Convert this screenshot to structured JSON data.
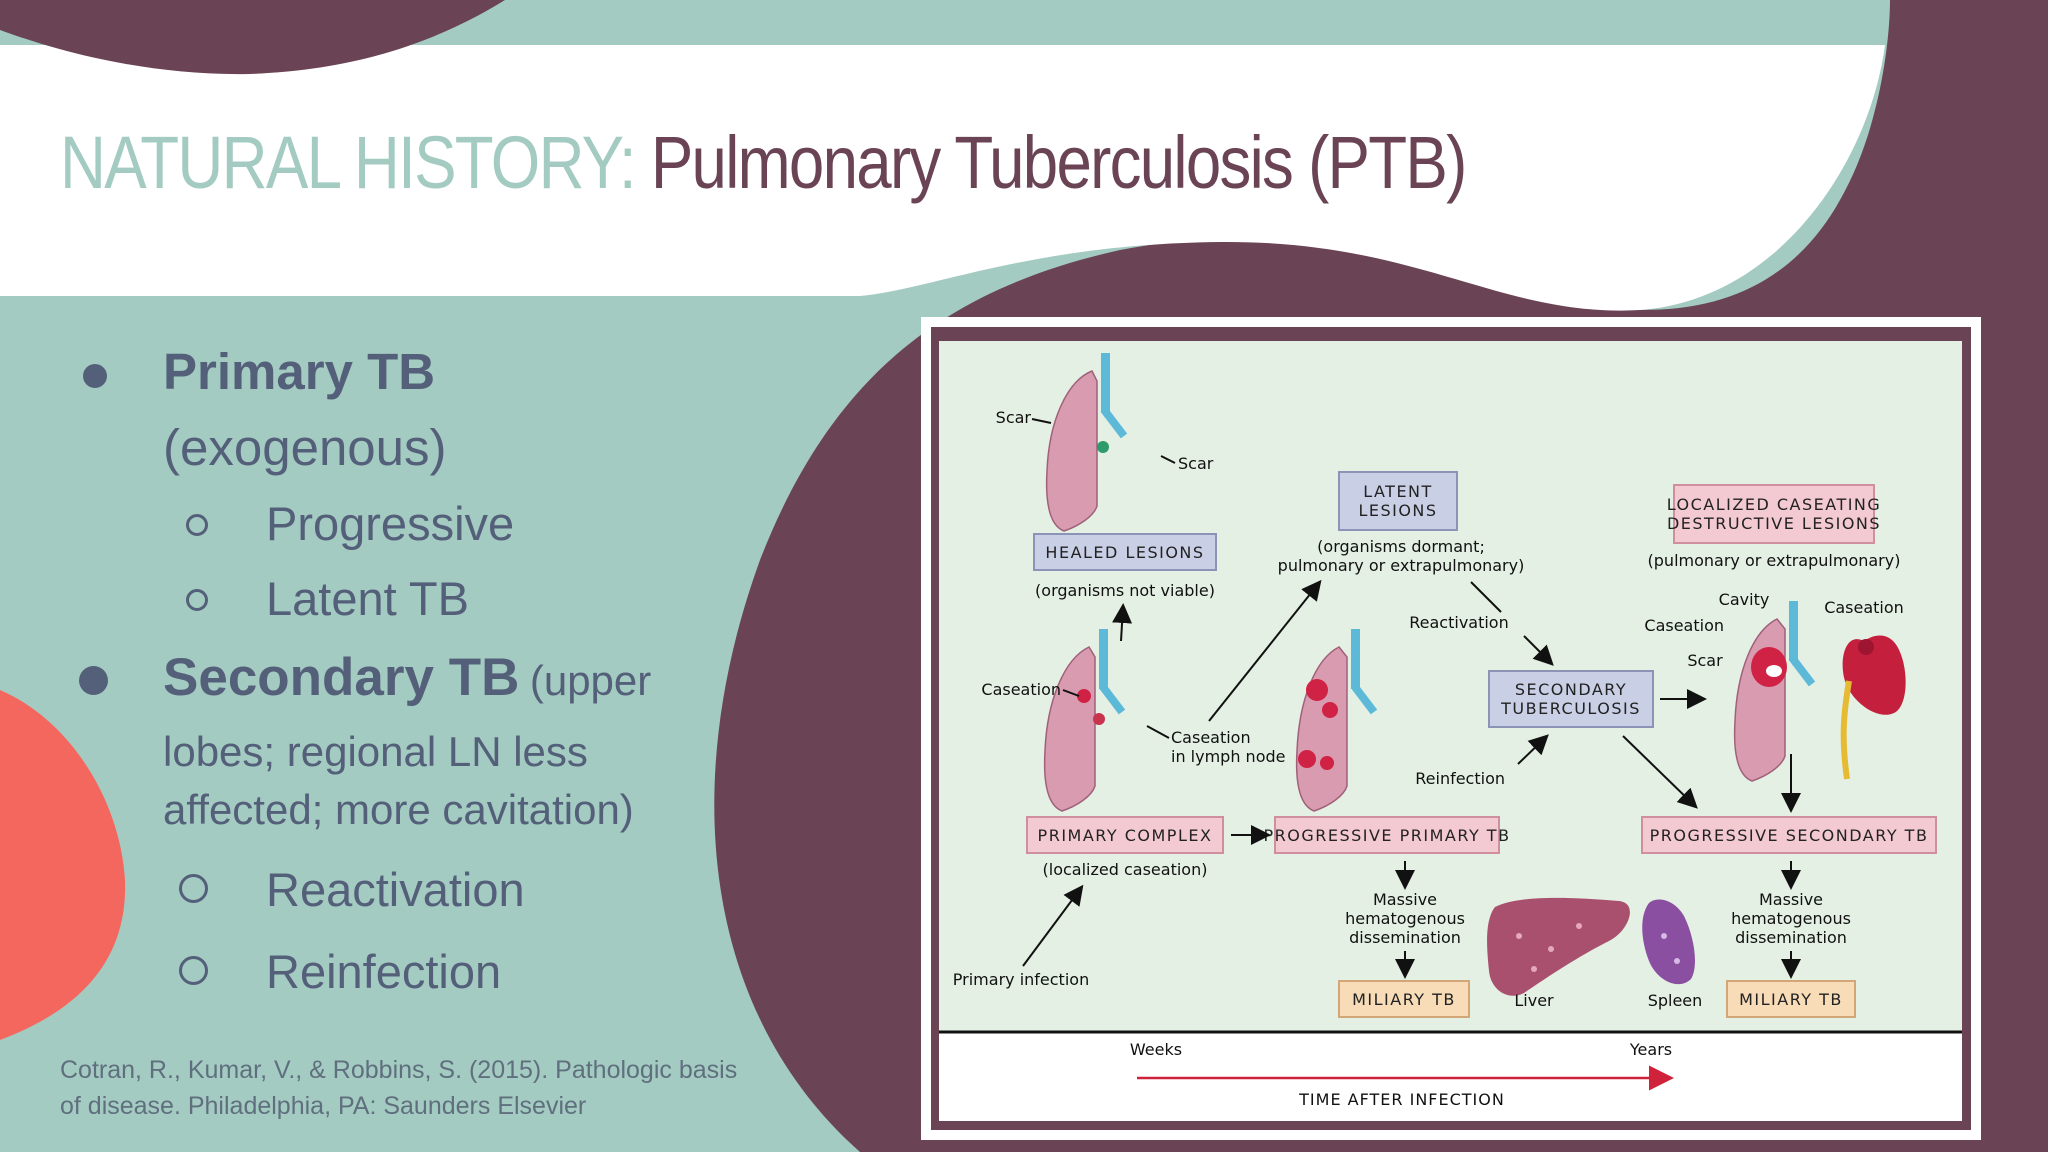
{
  "slide": {
    "title_prefix": "NATURAL HISTORY:",
    "title_main": "Pulmonary Tuberculosis (PTB)",
    "bullets": {
      "primary_label": "Primary TB",
      "primary_sub": "(exogenous)",
      "primary_items": [
        "Progressive",
        "Latent TB"
      ],
      "secondary_label": "Secondary TB",
      "secondary_sub_1": "(upper",
      "secondary_sub_2": "lobes; regional LN less",
      "secondary_sub_3": "affected; more cavitation)",
      "secondary_items": [
        "Reactivation",
        "Reinfection"
      ]
    },
    "citation_1": "Cotran, R., Kumar, V., & Robbins, S. (2015). Pathologic basis",
    "citation_2": "of disease. Philadelphia, PA: Saunders Elsevier"
  },
  "figure": {
    "labels": {
      "scar_left": "Scar",
      "scar_right": "Scar",
      "healed_lesions": "HEALED LESIONS",
      "healed_note": "(organisms not viable)",
      "latent_1": "LATENT",
      "latent_2": "LESIONS",
      "latent_note_1": "(organisms dormant;",
      "latent_note_2": "pulmonary or extrapulmonary)",
      "localized_1": "LOCALIZED CASEATING",
      "localized_2": "DESTRUCTIVE LESIONS",
      "localized_note": "(pulmonary or extrapulmonary)",
      "caseation_left": "Caseation",
      "caseation_node_1": "Caseation",
      "caseation_node_2": "in lymph node",
      "reactivation": "Reactivation",
      "reinfection": "Reinfection",
      "secondary_1": "SECONDARY",
      "secondary_2": "TUBERCULOSIS",
      "cavity": "Cavity",
      "caseation_cavity": "Caseation",
      "scar_cavity": "Scar",
      "caseation_kidney": "Caseation",
      "primary_complex": "PRIMARY COMPLEX",
      "primary_complex_note": "(localized caseation)",
      "progressive_primary": "PROGRESSIVE PRIMARY TB",
      "progressive_secondary": "PROGRESSIVE SECONDARY TB",
      "primary_infection": "Primary infection",
      "massive_1": "Massive",
      "massive_2": "hematogenous",
      "massive_3": "dissemination",
      "miliary_left": "MILIARY TB",
      "miliary_right": "MILIARY TB",
      "liver": "Liver",
      "spleen": "Spleen",
      "weeks": "Weeks",
      "years": "Years",
      "time_axis": "TIME AFTER INFECTION"
    }
  },
  "colors": {
    "teal": "#a4cbc2",
    "plum": "#6a4455",
    "coral": "#f4675e",
    "text_blue": "#546079"
  }
}
